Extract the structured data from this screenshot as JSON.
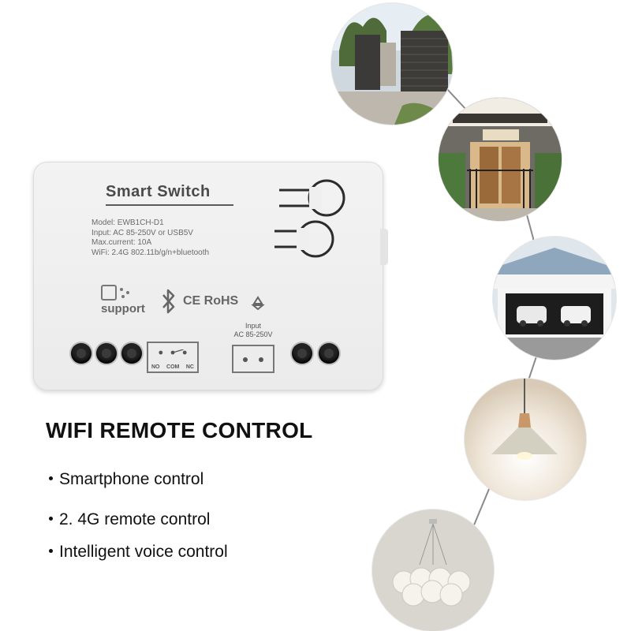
{
  "device": {
    "title": "Smart Switch",
    "specs": [
      "Model:  EWB1CH-D1",
      "Input:  AC 85-250V or USB5V",
      "Max.current:  10A",
      "WiFi: 2.4G  802.11b/g/n+bluetooth"
    ],
    "support_label": "support",
    "cert_label": "CE RoHS",
    "input_label_line1": "Input",
    "input_label_line2": "AC 85-250V",
    "relay_labels": [
      "NO",
      "COM",
      "NC"
    ]
  },
  "heading": "WIFI REMOTE CONTROL",
  "features": [
    "Smartphone control",
    "2. 4G remote control",
    "Intelligent voice control"
  ],
  "scenes": [
    "gate-scene",
    "entry-door-scene",
    "garage-scene",
    "pendant-lamp-scene",
    "chandelier-scene"
  ],
  "colors": {
    "device_body": "#efefef",
    "text_dark": "#111111",
    "connector_line": "#8a8a8a"
  }
}
